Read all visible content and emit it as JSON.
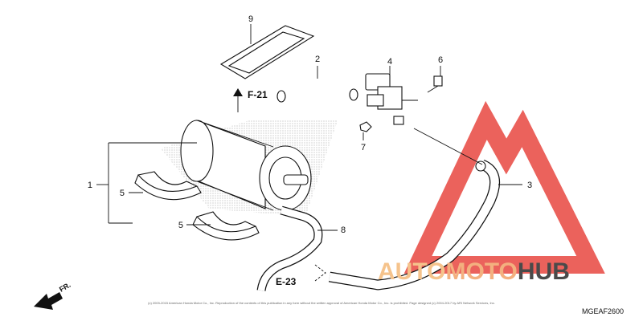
{
  "callouts": {
    "c1": "1",
    "c2": "2",
    "c3": "3",
    "c4": "4",
    "c5a": "5",
    "c5b": "5",
    "c6": "6",
    "c7": "7",
    "c8": "8",
    "c9": "9"
  },
  "references": {
    "f21": "F-21",
    "e23": "E-23",
    "fr": "FR."
  },
  "diagram_code": "MGEAF2600",
  "copyright": "(c) 2003-2015 American Honda Motor Co., Inc. Reproduction of the contents of this publication in any form without the written approval of American Honda Motor Co., Inc. is prohibited. Page designed (c) 2004-2017 by ARI Network Services, Inc.",
  "watermark": {
    "part1": "AUTO",
    "part2": "MOTO",
    "part3": "HUB",
    "colors": {
      "auto": "#f5c38c",
      "moto": "#f3b07f",
      "hub": "#4a4a4a",
      "triangle": "#e8473f"
    }
  }
}
